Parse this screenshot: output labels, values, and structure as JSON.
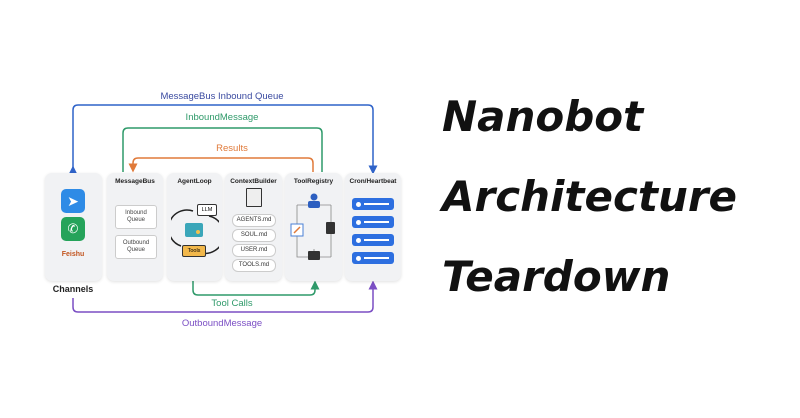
{
  "diagram": {
    "flows": {
      "top_outer": "MessageBus Inbound Queue",
      "top_middle": "InboundMessage",
      "top_inner": "Results",
      "bottom_inner": "Tool Calls",
      "bottom_outer": "OutboundMessage"
    },
    "colors": {
      "blue": "#2f63c9",
      "green": "#2f9a6a",
      "orange": "#e07a3a",
      "purple": "#7b4fc4"
    },
    "channels": {
      "label": "Channels",
      "icons": [
        "telegram-icon",
        "whatsapp-icon",
        "feishu-icon"
      ],
      "feishu_text": "Feishu"
    },
    "components": [
      {
        "title": "MessageBus",
        "items": [
          "Inbound Queue",
          "Outbound Queue"
        ]
      },
      {
        "title": "AgentLoop",
        "items": [
          "LLM",
          "Tools"
        ]
      },
      {
        "title": "ContextBuilder",
        "items": [
          "AGENTS.md",
          "SOUL.md",
          "USER.md",
          "TOOLS.md"
        ]
      },
      {
        "title": "ToolRegistry"
      },
      {
        "title": "Cron/Heartbeat"
      }
    ]
  },
  "headline": {
    "line1": "Nanobot",
    "line2": "Architecture",
    "line3": "Teardown"
  }
}
